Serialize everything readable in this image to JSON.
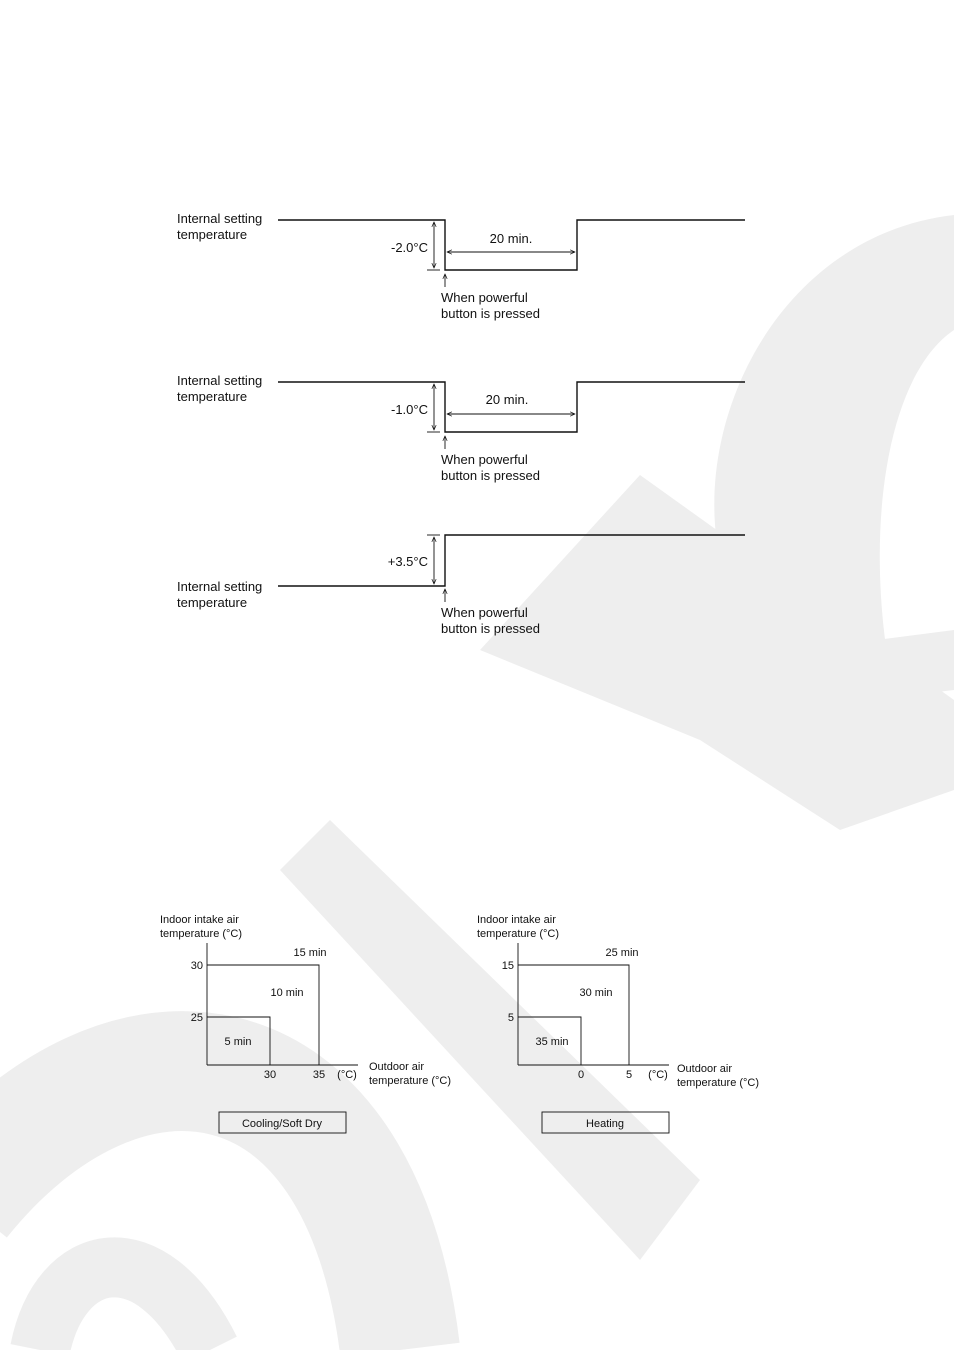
{
  "diagrams": [
    {
      "left_label": [
        "Internal setting",
        "temperature"
      ],
      "shift_label": "-2.0°C",
      "duration_label": "20 min.",
      "press_label": [
        "When powerful",
        "button is pressed"
      ]
    },
    {
      "left_label": [
        "Internal setting",
        "temperature"
      ],
      "shift_label": "-1.0°C",
      "duration_label": "20 min.",
      "press_label": [
        "When powerful",
        "button is pressed"
      ]
    },
    {
      "left_label": [
        "Internal setting",
        "temperature"
      ],
      "shift_label": "+3.5°C",
      "press_label": [
        "When powerful",
        "button is pressed"
      ]
    }
  ],
  "zone_charts": [
    {
      "mode_label": "Cooling/Soft Dry",
      "y_axis_label": [
        "Indoor intake air",
        "temperature (°C)"
      ],
      "x_axis_label": [
        "Outdoor air",
        "temperature (°C)"
      ],
      "x_unit": "(°C)",
      "y_ticks": [
        "30",
        "25"
      ],
      "x_ticks": [
        "30",
        "35"
      ],
      "zones": [
        "15 min",
        "10 min",
        "5 min"
      ]
    },
    {
      "mode_label": "Heating",
      "y_axis_label": [
        "Indoor intake air",
        "temperature (°C)"
      ],
      "x_axis_label": [
        "Outdoor air",
        "temperature (°C)"
      ],
      "x_unit": "(°C)",
      "y_ticks": [
        "15",
        "5"
      ],
      "x_ticks": [
        "0",
        "5"
      ],
      "zones": [
        "25 min",
        "30 min",
        "35 min"
      ]
    }
  ]
}
